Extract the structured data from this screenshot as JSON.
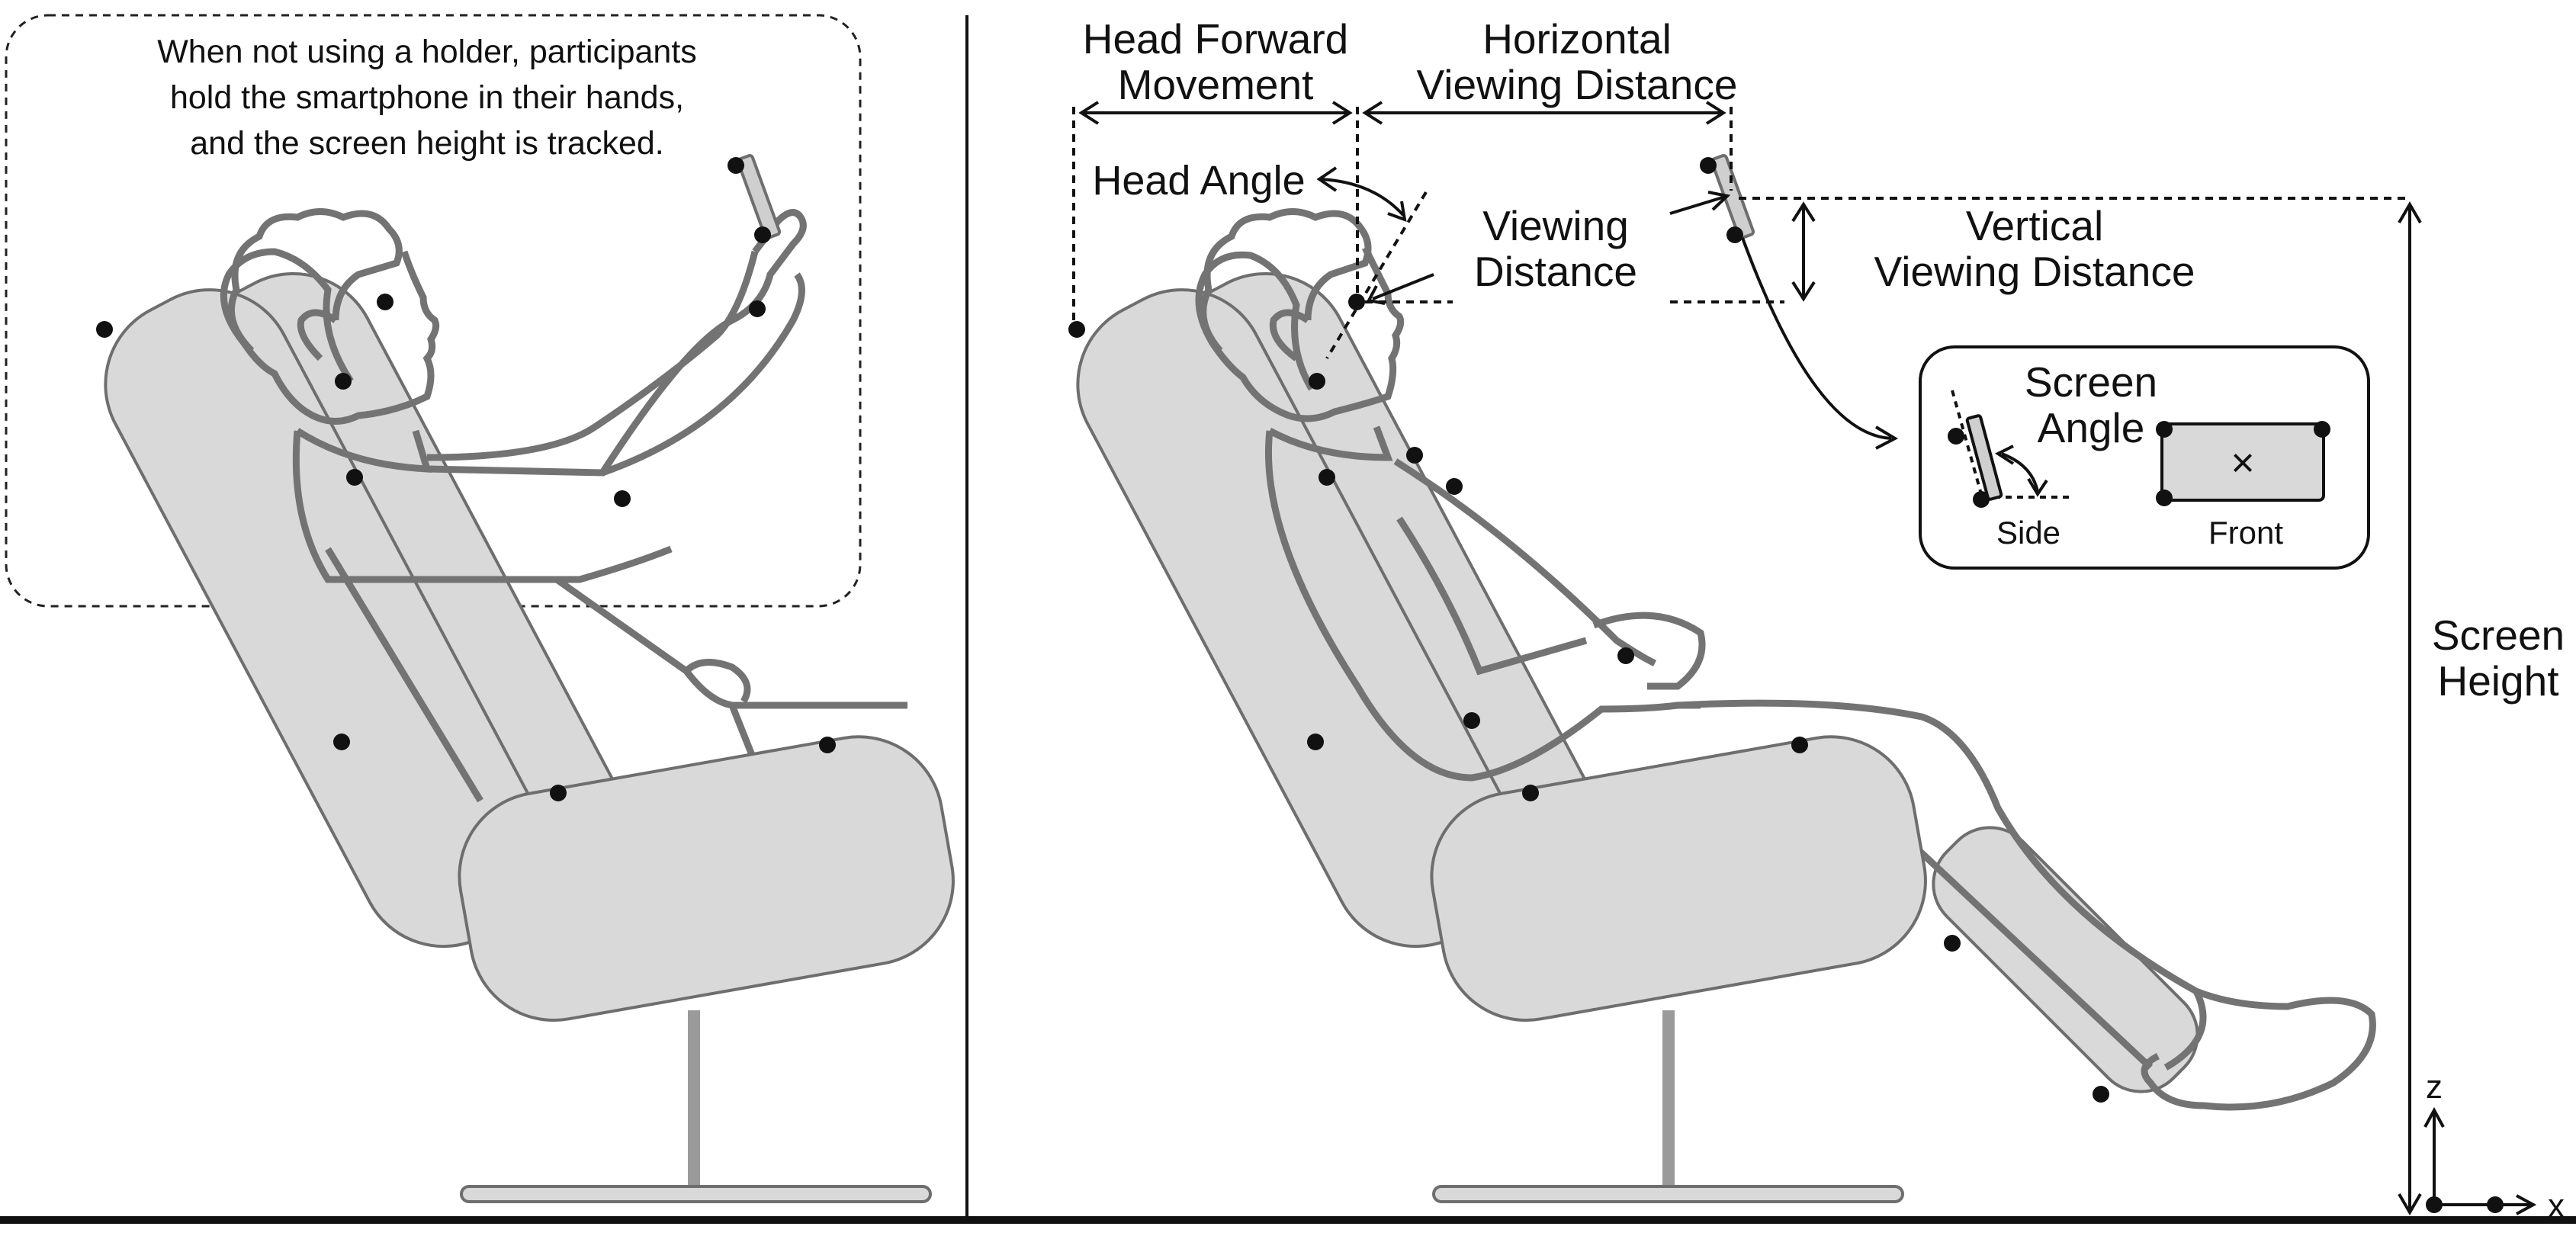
{
  "colors": {
    "chair_fill": "#d9d9d9",
    "chair_stroke": "#6e6e6e",
    "figure_stroke": "#737373",
    "ink": "#111111",
    "background": "#ffffff"
  },
  "left_panel": {
    "note_lines": [
      "When not using a holder, participants",
      "hold the smartphone in their hands,",
      "and the screen height is tracked."
    ]
  },
  "right_panel": {
    "labels": {
      "head_forward_movement": [
        "Head Forward",
        "Movement"
      ],
      "horizontal_viewing_distance": [
        "Horizontal",
        "Viewing Distance"
      ],
      "head_angle": "Head Angle",
      "viewing_distance": [
        "Viewing",
        "Distance"
      ],
      "vertical_viewing_distance": [
        "Vertical",
        "Viewing Distance"
      ],
      "screen_angle": [
        "Screen",
        "Angle"
      ],
      "screen_height": [
        "Screen",
        "Height"
      ]
    },
    "inset": {
      "side_label": "Side",
      "front_label": "Front",
      "center_mark": "×"
    },
    "axes": {
      "z": "z",
      "x": "x"
    }
  }
}
